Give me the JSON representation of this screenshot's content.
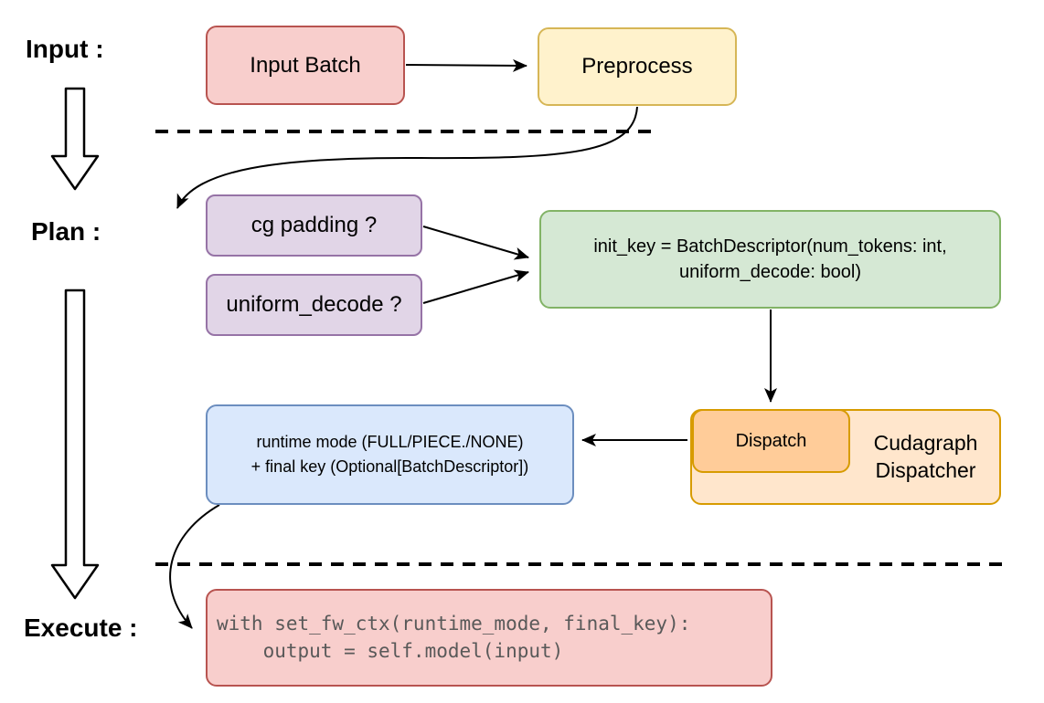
{
  "diagram": {
    "stages": {
      "input": "Input :",
      "plan": "Plan :",
      "execute": "Execute :"
    },
    "nodes": {
      "input_batch": {
        "label": "Input Batch",
        "fill": "#f8cecc",
        "border": "#b85450"
      },
      "preprocess": {
        "label": "Preprocess",
        "fill": "#fff2cc",
        "border": "#d6b656"
      },
      "cg_padding": {
        "label": "cg padding ?",
        "fill": "#e1d5e7",
        "border": "#9673a6"
      },
      "uniform_decode": {
        "label": "uniform_decode ?",
        "fill": "#e1d5e7",
        "border": "#9673a6"
      },
      "init_key": {
        "line1": "init_key = BatchDescriptor(num_tokens: int,",
        "line2": "uniform_decode: bool)",
        "fill": "#d5e8d4",
        "border": "#82b366"
      },
      "dispatch": {
        "label": "Dispatch",
        "fill": "#ffcc99",
        "border": "#d79b00"
      },
      "cudagraph_dispatcher": {
        "line1": "Cudagraph",
        "line2": "Dispatcher",
        "fill": "#ffe6cc",
        "border": "#d79b00"
      },
      "runtime_mode": {
        "line1": "runtime mode (FULL/PIECE./NONE)",
        "line2": "+ final key (Optional[BatchDescriptor])",
        "fill": "#dae8fc",
        "border": "#6c8ebf"
      },
      "execute_code": {
        "line1": "with set_fw_ctx(runtime_mode, final_key):",
        "line2": "    output = self.model(input)",
        "fill": "#f8cecc",
        "border": "#b85450",
        "text_color": "#595959"
      }
    },
    "connector_color": "#000000"
  }
}
